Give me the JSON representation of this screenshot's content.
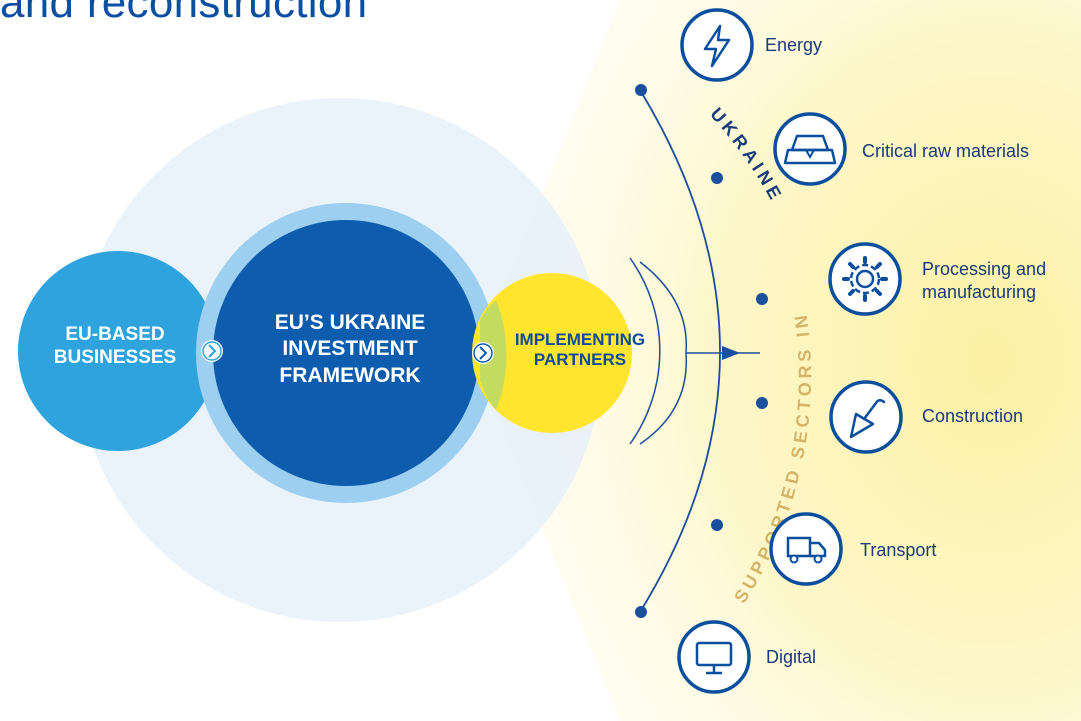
{
  "title": "and reconstruction",
  "colors": {
    "title": "#0a4fa3",
    "eu_based_circle": "#2ea3de",
    "uif_circle": "#0e5cae",
    "uif_ring": "#8fcaee",
    "halo": "#e6f0fa",
    "partners_circle": "#ffe633",
    "fan": "#fdf6b8",
    "arc": "#1a4f9e",
    "sectors_text": "#d5b46a",
    "icon_stroke": "#0a4f9e"
  },
  "circles": {
    "eu_based": {
      "lines": [
        "EU-BASED",
        "BUSINESSES"
      ]
    },
    "uif": {
      "lines": [
        "EU’S UKRAINE",
        "INVESTMENT",
        "FRAMEWORK"
      ]
    },
    "partners": {
      "lines": [
        "IMPLEMENTING",
        "PARTNERS"
      ]
    }
  },
  "arc_labels": {
    "ukraine": "UKRAINE",
    "supported_sectors": "SUPPORTED SECTORS IN"
  },
  "sectors": [
    {
      "id": "energy",
      "icon": "lightning-bolt-icon",
      "lines": [
        "Energy"
      ]
    },
    {
      "id": "critical-raw-materials",
      "icon": "gold-bars-icon",
      "lines": [
        "Critical raw materials"
      ]
    },
    {
      "id": "processing-manufacturing",
      "icon": "gear-icon",
      "lines": [
        "Processing and",
        "manufacturing"
      ]
    },
    {
      "id": "construction",
      "icon": "trowel-icon",
      "lines": [
        "Construction"
      ]
    },
    {
      "id": "transport",
      "icon": "truck-icon",
      "lines": [
        "Transport"
      ]
    },
    {
      "id": "digital",
      "icon": "monitor-icon",
      "lines": [
        "Digital"
      ]
    }
  ]
}
